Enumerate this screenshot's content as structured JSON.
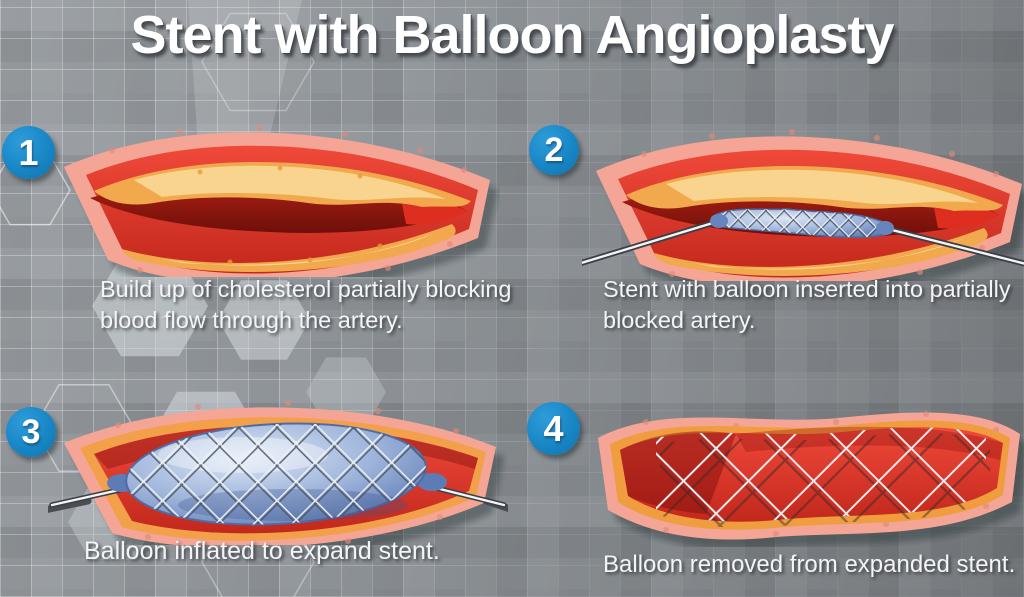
{
  "title": "Stent with Balloon Angioplasty",
  "steps": [
    {
      "number": "1",
      "caption": "Build up of cholesterol partially blocking blood flow through the artery."
    },
    {
      "number": "2",
      "caption": "Stent with balloon inserted into partially blocked artery."
    },
    {
      "number": "3",
      "caption": "Balloon inflated to expand stent."
    },
    {
      "number": "4",
      "caption": "Balloon removed from expanded stent."
    }
  ],
  "colors": {
    "step_badge_blue": "#1886c5",
    "background_gray": "#8d9297",
    "artery_wall_pink": "#f4a595",
    "artery_red": "#e0382a",
    "plaque_yellow": "#f2a94e",
    "lumen_dark_red": "#8e1a12",
    "balloon_blue": "#9db3da",
    "stent_silver": "#e8ecef",
    "title_white": "#ffffff"
  }
}
